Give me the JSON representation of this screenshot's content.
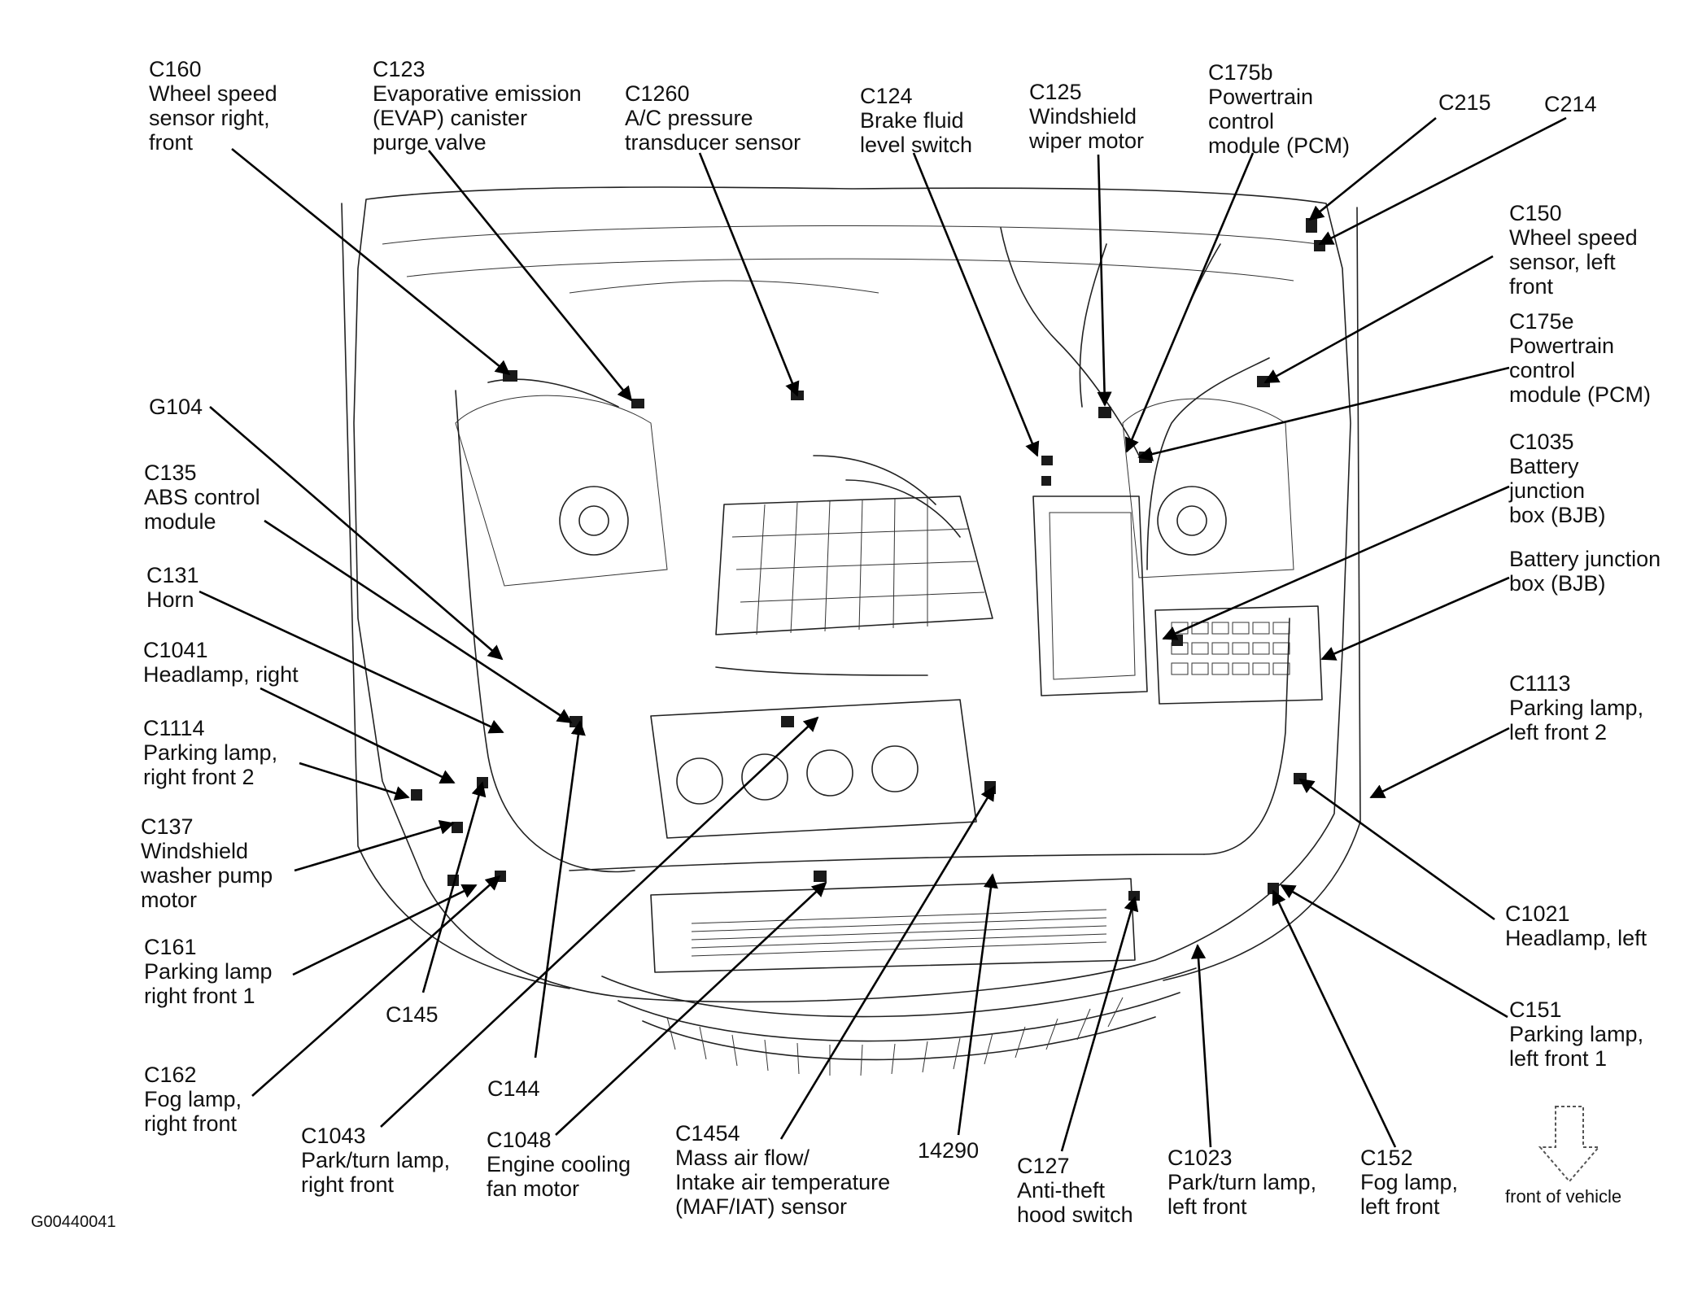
{
  "figure_id": "G00440041",
  "orientation_label": "front of vehicle",
  "callouts": [
    {
      "id": "c160",
      "text": "C160\nWheel speed\nsensor right,\nfront"
    },
    {
      "id": "c123",
      "text": "C123\nEvaporative emission\n(EVAP) canister\npurge valve"
    },
    {
      "id": "c1260",
      "text": "C1260\nA/C pressure\ntransducer sensor"
    },
    {
      "id": "c124",
      "text": "C124\nBrake fluid\nlevel switch"
    },
    {
      "id": "c125",
      "text": "C125\nWindshield\nwiper motor"
    },
    {
      "id": "c175b",
      "text": "C175b\nPowertrain\ncontrol\nmodule (PCM)"
    },
    {
      "id": "c215",
      "text": "C215"
    },
    {
      "id": "c214",
      "text": "C214"
    },
    {
      "id": "c150",
      "text": "C150\nWheel speed\nsensor, left\nfront"
    },
    {
      "id": "c175e",
      "text": "C175e\nPowertrain\ncontrol\nmodule (PCM)"
    },
    {
      "id": "c1035",
      "text": "C1035\nBattery\njunction\nbox (BJB)"
    },
    {
      "id": "bjb",
      "text": "Battery junction\nbox (BJB)"
    },
    {
      "id": "c1113",
      "text": "C1113\nParking lamp,\nleft front 2"
    },
    {
      "id": "c1021",
      "text": "C1021\nHeadlamp, left"
    },
    {
      "id": "c151",
      "text": "C151\nParking lamp,\nleft front 1"
    },
    {
      "id": "c152",
      "text": "C152\nFog lamp,\nleft front"
    },
    {
      "id": "c1023",
      "text": "C1023\nPark/turn lamp,\nleft front"
    },
    {
      "id": "c127",
      "text": "C127\nAnti-theft\nhood switch"
    },
    {
      "id": "n14290",
      "text": "14290"
    },
    {
      "id": "c1454",
      "text": "C1454\nMass air flow/\nIntake air temperature\n(MAF/IAT) sensor"
    },
    {
      "id": "c1048",
      "text": "C1048\nEngine cooling\nfan motor"
    },
    {
      "id": "c1043",
      "text": "C1043\nPark/turn lamp,\nright front"
    },
    {
      "id": "c144",
      "text": "C144"
    },
    {
      "id": "c145",
      "text": "C145"
    },
    {
      "id": "c162",
      "text": "C162\nFog lamp,\nright front"
    },
    {
      "id": "c161",
      "text": "C161\nParking lamp\nright front 1"
    },
    {
      "id": "c137",
      "text": "C137\nWindshield\nwasher pump\nmotor"
    },
    {
      "id": "c1114",
      "text": "C1114\nParking lamp,\nright front 2"
    },
    {
      "id": "c1041",
      "text": "C1041\nHeadlamp, right"
    },
    {
      "id": "c131",
      "text": "C131\nHorn"
    },
    {
      "id": "c135",
      "text": "C135\nABS control\nmodule"
    },
    {
      "id": "g104",
      "text": "G104"
    }
  ]
}
